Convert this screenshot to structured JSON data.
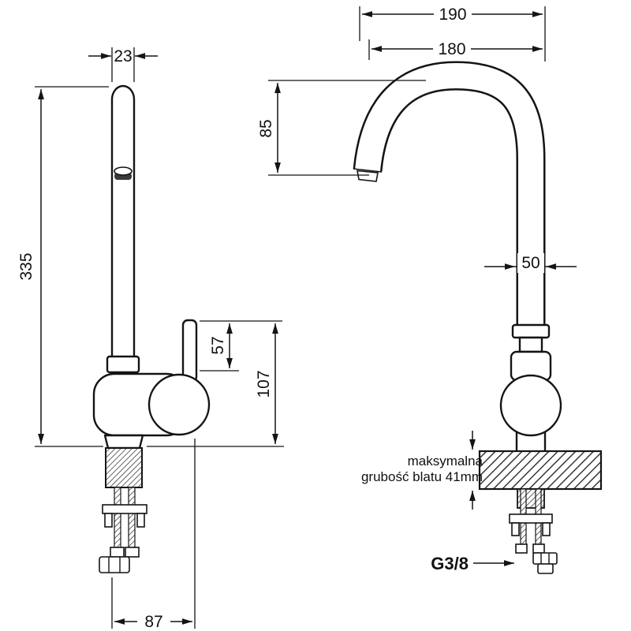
{
  "drawing": {
    "dims": {
      "spout_reach_outer": "190",
      "spout_reach_inner": "180",
      "spout_height": "85",
      "spout_pipe_width": "23",
      "total_height": "335",
      "lever_section": "57",
      "body_section": "107",
      "column_diameter": "50",
      "base_width": "87",
      "thread_size": "G3/8"
    },
    "notes": {
      "counter_line1": "maksymalna",
      "counter_line2": "grubość blatu 41mm"
    }
  }
}
